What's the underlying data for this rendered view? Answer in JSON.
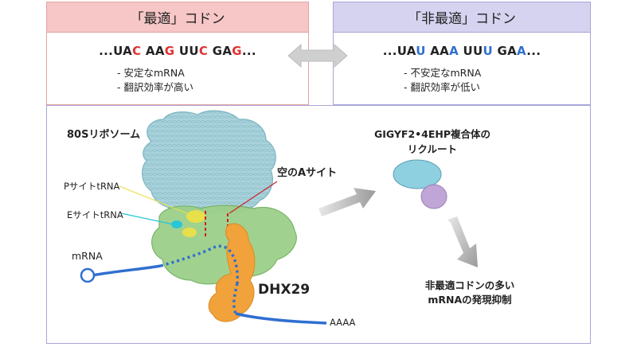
{
  "optimal": {
    "header": "「最適」コドン",
    "codon_prefix": "...",
    "codons": [
      {
        "base": "UA",
        "last": "C"
      },
      {
        "base": "AA",
        "last": "G"
      },
      {
        "base": "UU",
        "last": "C"
      },
      {
        "base": "GA",
        "last": "G"
      }
    ],
    "codon_suffix": "...",
    "bullets": [
      "- 安定なmRNA",
      "- 翻訳効率が高い"
    ]
  },
  "nonoptimal": {
    "header": "「非最適」コドン",
    "codon_prefix": "...",
    "codons": [
      {
        "base": "UA",
        "last": "U"
      },
      {
        "base": "AA",
        "last": "A"
      },
      {
        "base": "UU",
        "last": "U"
      },
      {
        "base": "GA",
        "last": "A"
      }
    ],
    "codon_suffix": "...",
    "bullets": [
      "- 不安定なmRNA",
      "- 翻訳効率が低い"
    ]
  },
  "diagram": {
    "ribosome_label": "80Sリボソーム",
    "empty_a_site_label": "空のAサイト",
    "p_site_label": "PサイトtRNA",
    "e_site_label": "EサイトtRNA",
    "mrna_label": "mRNA",
    "dhx29_label": "DHX29",
    "polya_label": "AAAA",
    "complex_label_line1": "GIGYF2•4EHP複合体の",
    "complex_label_line2": "リクルート",
    "result_line1": "非最適コドンの多い",
    "result_line2": "mRNAの発現抑制"
  },
  "colors": {
    "optimal_accent": "#e03131",
    "nonoptimal_accent": "#2f6fd0",
    "ribosome_large": "#a9d3dc",
    "ribosome_small": "#9ccf8a",
    "dhx29": "#f2a23a",
    "gigyf2": "#8ecfe0",
    "ehp4": "#c0a6d6"
  }
}
